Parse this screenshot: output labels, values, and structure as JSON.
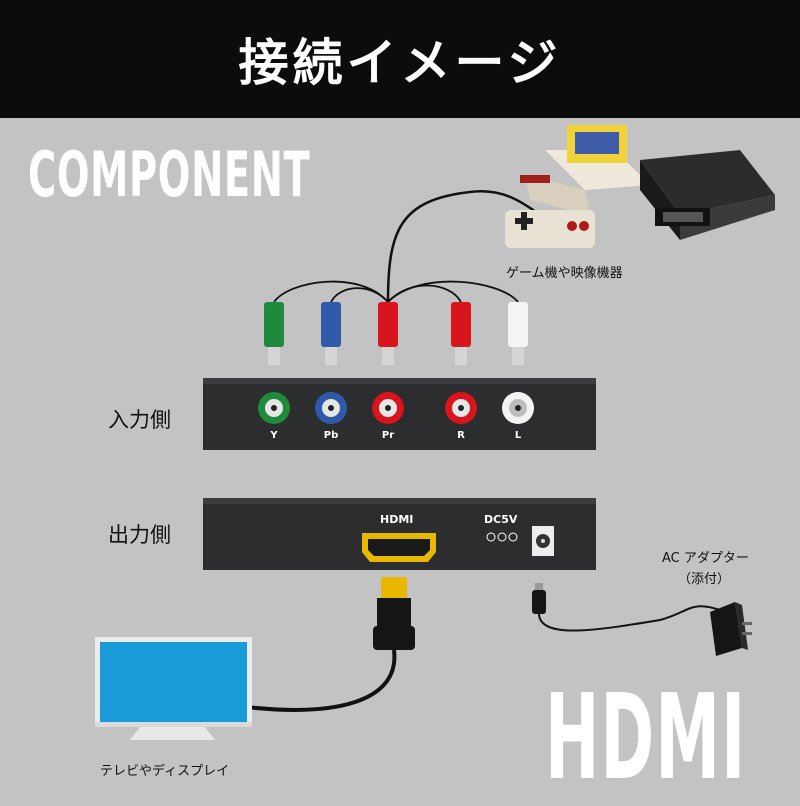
{
  "header": {
    "title": "接続イメージ"
  },
  "labels": {
    "component": "COMPONENT",
    "hdmi": "HDMI",
    "input_side": "入力側",
    "output_side": "出力側",
    "game_devices": "ゲーム機や映像機器",
    "ac_adapter_line1": "AC アダプター",
    "ac_adapter_line2": "（添付）",
    "tv_display": "テレビやディスプレイ"
  },
  "input_ports": [
    {
      "label": "Y",
      "color": "#1f8a3c"
    },
    {
      "label": "Pb",
      "color": "#2f5aa8"
    },
    {
      "label": "Pr",
      "color": "#d8141c"
    },
    {
      "label": "R",
      "color": "#d8141c"
    },
    {
      "label": "L",
      "color": "#f2f2f2"
    }
  ],
  "output_ports": {
    "hdmi": "HDMI",
    "dc": "DC5V"
  },
  "colors": {
    "background": "#c3c3c3",
    "header": "#0c0c0c",
    "device_body": "#2b2d2f",
    "hdmi_gold": "#e8b800",
    "tv_screen": "#1a9ad6"
  }
}
